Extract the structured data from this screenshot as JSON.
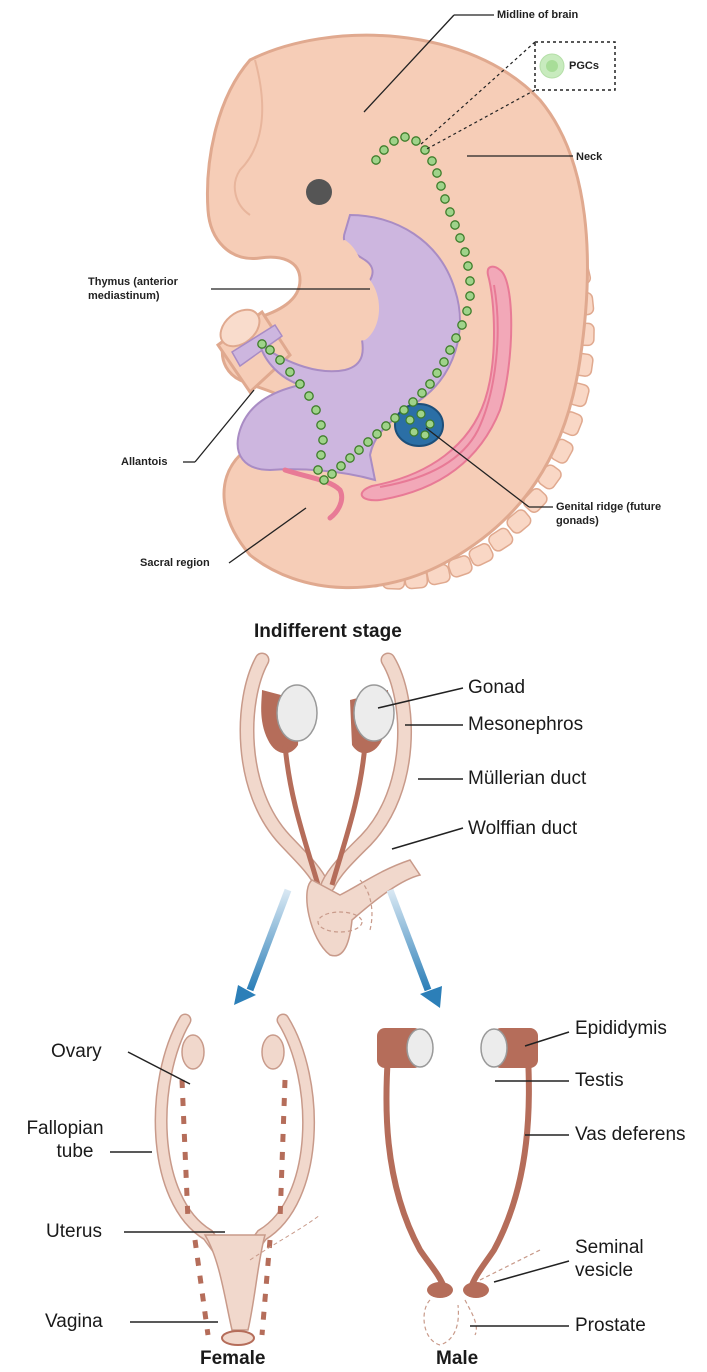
{
  "top_figure": {
    "labels": {
      "midline": "Midline of brain",
      "pgcs": "PGCs",
      "neck": "Neck",
      "thymus_line1": "Thymus (anterior",
      "thymus_line2": "mediastinum)",
      "allantois": "Allantois",
      "genital_line1": "Genital ridge (future",
      "genital_line2": "gonads)",
      "sacral": "Sacral region"
    },
    "colors": {
      "embryo": "#f6cdb7",
      "embryo_outline": "#e0a98f",
      "gut": "#cdb6df",
      "gut_outline": "#a98cc4",
      "pgc_fill": "#9fd38a",
      "pgc_outline": "#3e7d2a",
      "genital_ridge": "#2b6fa6",
      "neural": "#e87a96"
    }
  },
  "bottom_figure": {
    "titles": {
      "indifferent": "Indifferent stage",
      "female": "Female",
      "male": "Male"
    },
    "indifferent_labels": {
      "gonad": "Gonad",
      "mesonephros": "Mesonephros",
      "mullerian": "Müllerian duct",
      "wolffian": "Wolffian duct"
    },
    "female_labels": {
      "ovary": "Ovary",
      "fallopian_line1": "Fallopian",
      "fallopian_line2": "tube",
      "uterus": "Uterus",
      "vagina": "Vagina"
    },
    "male_labels": {
      "epididymis": "Epididymis",
      "testis": "Testis",
      "vas": "Vas deferens",
      "seminal_line1": "Seminal",
      "seminal_line2": "vesicle",
      "prostate": "Prostate"
    },
    "colors": {
      "mullerian": "#f1d8cc",
      "wolffian": "#b56d5a",
      "arrow": "#2c7fb8"
    }
  }
}
